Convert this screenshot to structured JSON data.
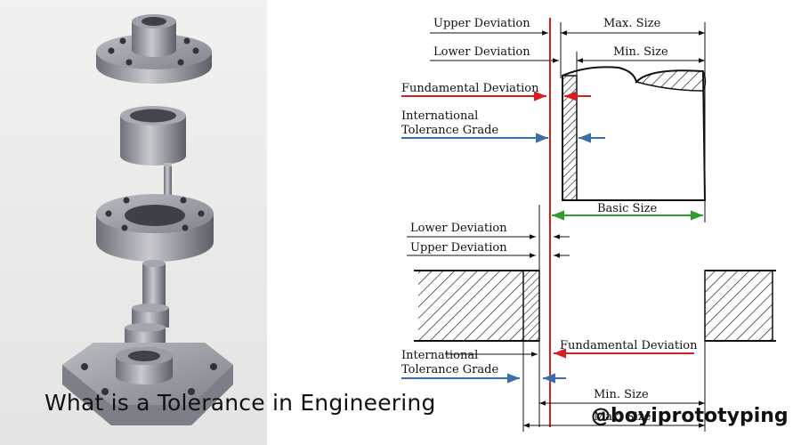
{
  "caption": "What is a Tolerance in Engineering",
  "watermark": "@boyiprototyping",
  "colors": {
    "red": "#d42020",
    "blue": "#3a6ea8",
    "green": "#2e9e2e",
    "ink": "#111111"
  },
  "shaft_labels": {
    "upper_deviation": "Upper Deviation",
    "lower_deviation": "Lower Deviation",
    "max_size": "Max. Size",
    "min_size": "Min. Size",
    "fundamental_deviation": "Fundamental Deviation",
    "itg_line1": "International",
    "itg_line2": "Tolerance Grade"
  },
  "basic_size": "Basic Size",
  "hole_labels": {
    "lower_deviation": "Lower Deviation",
    "upper_deviation": "Upper Deviation",
    "fundamental_deviation": "Fundamental Deviation",
    "itg_line1": "International",
    "itg_line2": "Tolerance Grade",
    "min_size": "Min. Size",
    "max_size": "Max. Size"
  },
  "illustration": {
    "icons": [
      "flange-icon",
      "bushing-icon",
      "key-icon",
      "hub-icon",
      "shaft-icon",
      "base-plate-icon"
    ]
  }
}
